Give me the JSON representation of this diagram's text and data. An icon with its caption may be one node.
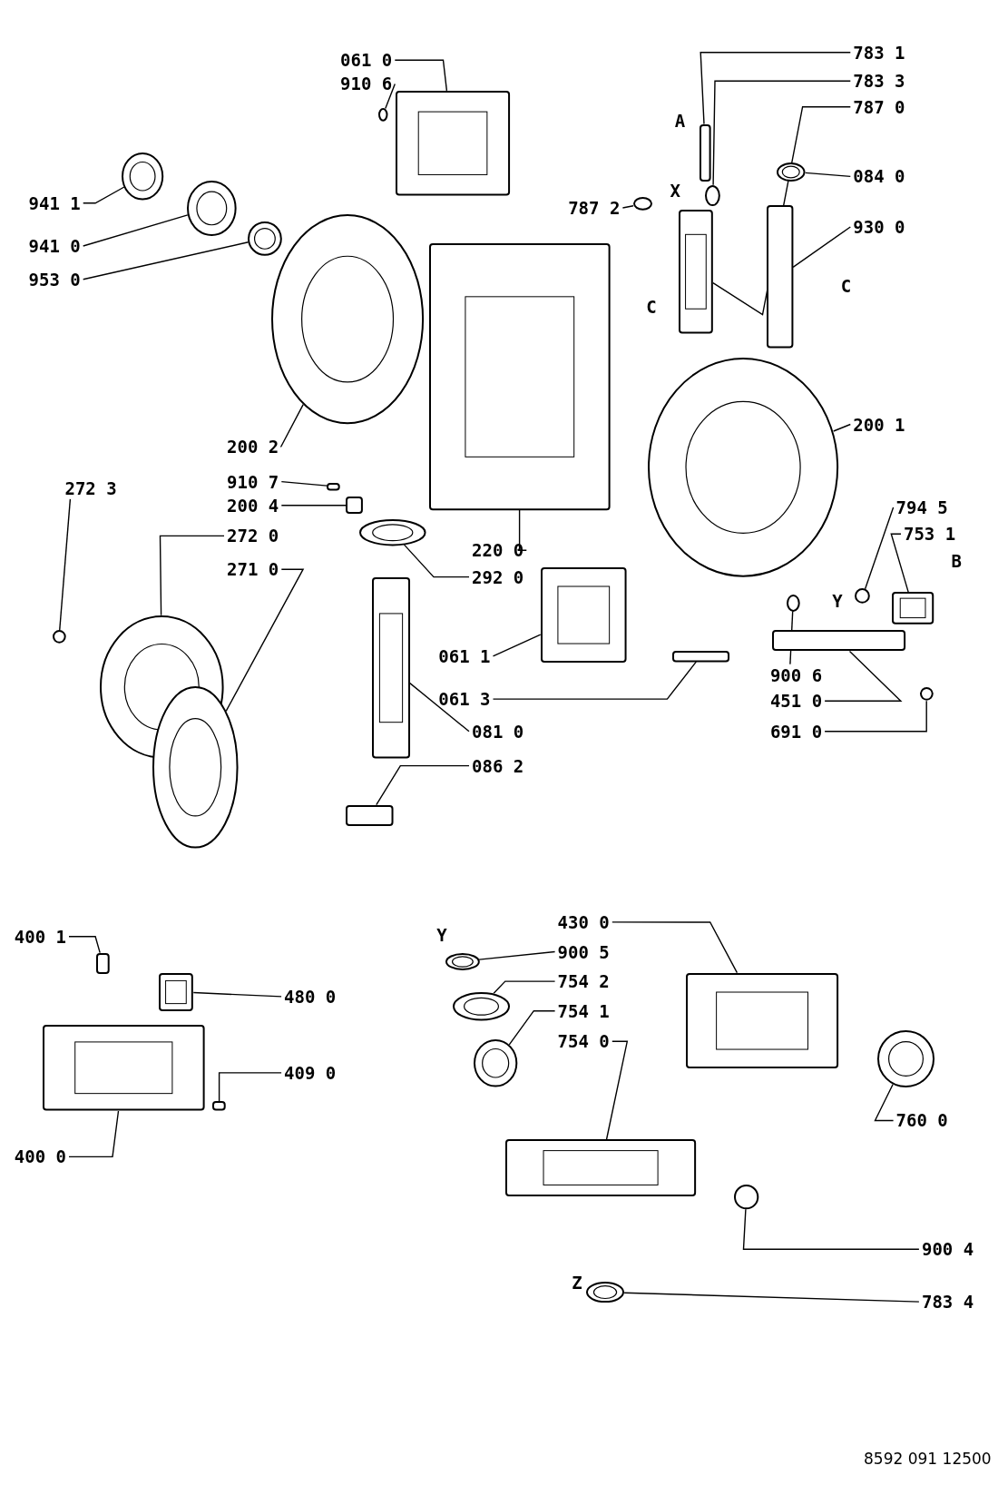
{
  "diagram": {
    "nodes": [
      {
        "text": [
          "061 0"
        ]
      },
      {
        "text": [],
        "shape": "box"
      },
      {
        "text": [
          "910 6"
        ]
      },
      {
        "text": [],
        "shape": "circle"
      },
      {
        "text": [
          "783 1"
        ]
      },
      {
        "text": [],
        "shape": "box"
      },
      {
        "text": [
          "783 3"
        ]
      },
      {
        "text": [],
        "shape": "circle"
      },
      {
        "text": [
          "787 0"
        ]
      },
      {
        "text": [],
        "shape": "box"
      },
      {
        "text": [
          "941 1"
        ]
      },
      {
        "text": [],
        "shape": "circle"
      },
      {
        "text": [
          "941 0"
        ]
      },
      {
        "text": [],
        "shape": "circle"
      },
      {
        "text": [
          "953 0"
        ]
      },
      {
        "text": [],
        "shape": "circle"
      },
      {
        "text": [
          "787 2"
        ]
      },
      {
        "text": [],
        "shape": "circle"
      },
      {
        "text": [
          "084 0"
        ]
      },
      {
        "text": [],
        "shape": "circle"
      },
      {
        "text": [
          "930 0"
        ]
      },
      {
        "text": [],
        "shape": "box"
      },
      {
        "text": [
          "200 1"
        ]
      },
      {
        "text": [],
        "shape": "circle"
      },
      {
        "text": [
          "200 2"
        ]
      },
      {
        "text": [],
        "shape": "circle"
      },
      {
        "text": [
          "910 7"
        ]
      },
      {
        "text": [],
        "shape": "box"
      },
      {
        "text": [
          "200 4"
        ]
      },
      {
        "text": [],
        "shape": "box"
      },
      {
        "text": [
          "272 3"
        ]
      },
      {
        "text": [],
        "shape": "circle"
      },
      {
        "text": [
          "272 0"
        ]
      },
      {
        "text": [],
        "shape": "circle"
      },
      {
        "text": [
          "271 0"
        ]
      },
      {
        "text": [],
        "shape": "circle"
      },
      {
        "text": [
          "220 0"
        ]
      },
      {
        "text": [],
        "shape": "box"
      },
      {
        "text": [
          "292 0"
        ]
      },
      {
        "text": [],
        "shape": "circle"
      },
      {
        "text": [
          "794 5"
        ]
      },
      {
        "text": [],
        "shape": "circle"
      },
      {
        "text": [
          "753 1"
        ]
      },
      {
        "text": [],
        "shape": "box"
      },
      {
        "text": [
          "061 1"
        ]
      },
      {
        "text": [],
        "shape": "box"
      },
      {
        "text": [
          "061 3"
        ]
      },
      {
        "text": [],
        "shape": "box"
      },
      {
        "text": [
          "900 6"
        ]
      },
      {
        "text": [],
        "shape": "circle"
      },
      {
        "text": [
          "451 0"
        ]
      },
      {
        "text": [],
        "shape": "box"
      },
      {
        "text": [
          "691 0"
        ]
      },
      {
        "text": [],
        "shape": "circle"
      },
      {
        "text": [
          "081 0"
        ]
      },
      {
        "text": [],
        "shape": "box"
      },
      {
        "text": [
          "086 2"
        ]
      },
      {
        "text": [],
        "shape": "box"
      },
      {
        "text": [
          "400 1"
        ]
      },
      {
        "text": [],
        "shape": "box"
      },
      {
        "text": [
          "480 0"
        ]
      },
      {
        "text": [],
        "shape": "box"
      },
      {
        "text": [
          "409 0"
        ]
      },
      {
        "text": [],
        "shape": "box"
      },
      {
        "text": [
          "400 0"
        ]
      },
      {
        "text": [],
        "shape": "box"
      },
      {
        "text": [
          "430 0"
        ]
      },
      {
        "text": [],
        "shape": "box"
      },
      {
        "text": [
          "900 5"
        ]
      },
      {
        "text": [],
        "shape": "circle"
      },
      {
        "text": [
          "754 2"
        ]
      },
      {
        "text": [],
        "shape": "circle"
      },
      {
        "text": [
          "754 1"
        ]
      },
      {
        "text": [],
        "shape": "circle"
      },
      {
        "text": [
          "754 0"
        ]
      },
      {
        "text": [],
        "shape": "box"
      },
      {
        "text": [
          "760 0"
        ]
      },
      {
        "text": [],
        "shape": "circle"
      },
      {
        "text": [
          "900 4"
        ]
      },
      {
        "text": [],
        "shape": "circle"
      },
      {
        "text": [
          "783 4"
        ]
      },
      {
        "text": [],
        "shape": "circle"
      }
    ],
    "edges": [
      {
        "from": 0,
        "to": 1,
        "arrow": "none"
      },
      {
        "from": 2,
        "to": 3,
        "arrow": "none"
      },
      {
        "from": 4,
        "to": 5,
        "arrow": "none"
      },
      {
        "from": 6,
        "to": 7,
        "arrow": "none"
      },
      {
        "from": 8,
        "to": 9,
        "arrow": "none"
      },
      {
        "from": 10,
        "to": 11,
        "arrow": "none"
      },
      {
        "from": 12,
        "to": 13,
        "arrow": "none"
      },
      {
        "from": 14,
        "to": 15,
        "arrow": "none"
      },
      {
        "from": 16,
        "to": 17,
        "arrow": "none"
      },
      {
        "from": 18,
        "to": 19,
        "arrow": "none"
      },
      {
        "from": 20,
        "to": 21,
        "arrow": "none"
      },
      {
        "from": 22,
        "to": 23,
        "arrow": "none"
      },
      {
        "from": 24,
        "to": 25,
        "arrow": "none"
      },
      {
        "from": 26,
        "to": 27,
        "arrow": "none"
      },
      {
        "from": 28,
        "to": 29,
        "arrow": "none"
      },
      {
        "from": 30,
        "to": 31,
        "arrow": "none"
      },
      {
        "from": 32,
        "to": 33,
        "arrow": "none"
      },
      {
        "from": 34,
        "to": 35,
        "arrow": "none"
      },
      {
        "from": 36,
        "to": 37,
        "arrow": "none"
      },
      {
        "from": 38,
        "to": 39,
        "arrow": "none"
      },
      {
        "from": 40,
        "to": 41,
        "arrow": "none"
      },
      {
        "from": 42,
        "to": 43,
        "arrow": "none"
      },
      {
        "from": 44,
        "to": 45,
        "arrow": "none"
      },
      {
        "from": 46,
        "to": 47,
        "arrow": "none"
      },
      {
        "from": 48,
        "to": 49,
        "arrow": "none"
      },
      {
        "from": 50,
        "to": 51,
        "arrow": "none"
      },
      {
        "from": 52,
        "to": 53,
        "arrow": "none"
      },
      {
        "from": 54,
        "to": 55,
        "arrow": "none"
      },
      {
        "from": 56,
        "to": 57,
        "arrow": "none"
      },
      {
        "from": 58,
        "to": 59,
        "arrow": "none"
      },
      {
        "from": 60,
        "to": 61,
        "arrow": "none"
      },
      {
        "from": 62,
        "to": 63,
        "arrow": "none"
      },
      {
        "from": 64,
        "to": 65,
        "arrow": "none"
      },
      {
        "from": 66,
        "to": 67,
        "arrow": "none"
      },
      {
        "from": 68,
        "to": 69,
        "arrow": "none"
      },
      {
        "from": 70,
        "to": 71,
        "arrow": "none"
      },
      {
        "from": 72,
        "to": 73,
        "arrow": "none"
      },
      {
        "from": 74,
        "to": 75,
        "arrow": "none"
      },
      {
        "from": 76,
        "to": 77,
        "arrow": "none"
      },
      {
        "from": 78,
        "to": 79,
        "arrow": "none"
      },
      {
        "from": 80,
        "to": 81,
        "arrow": "none"
      }
    ],
    "labels": [
      "A",
      "X",
      "C",
      "C",
      "B",
      "Y",
      "Y",
      "Z",
      "8592 091 12500"
    ]
  }
}
